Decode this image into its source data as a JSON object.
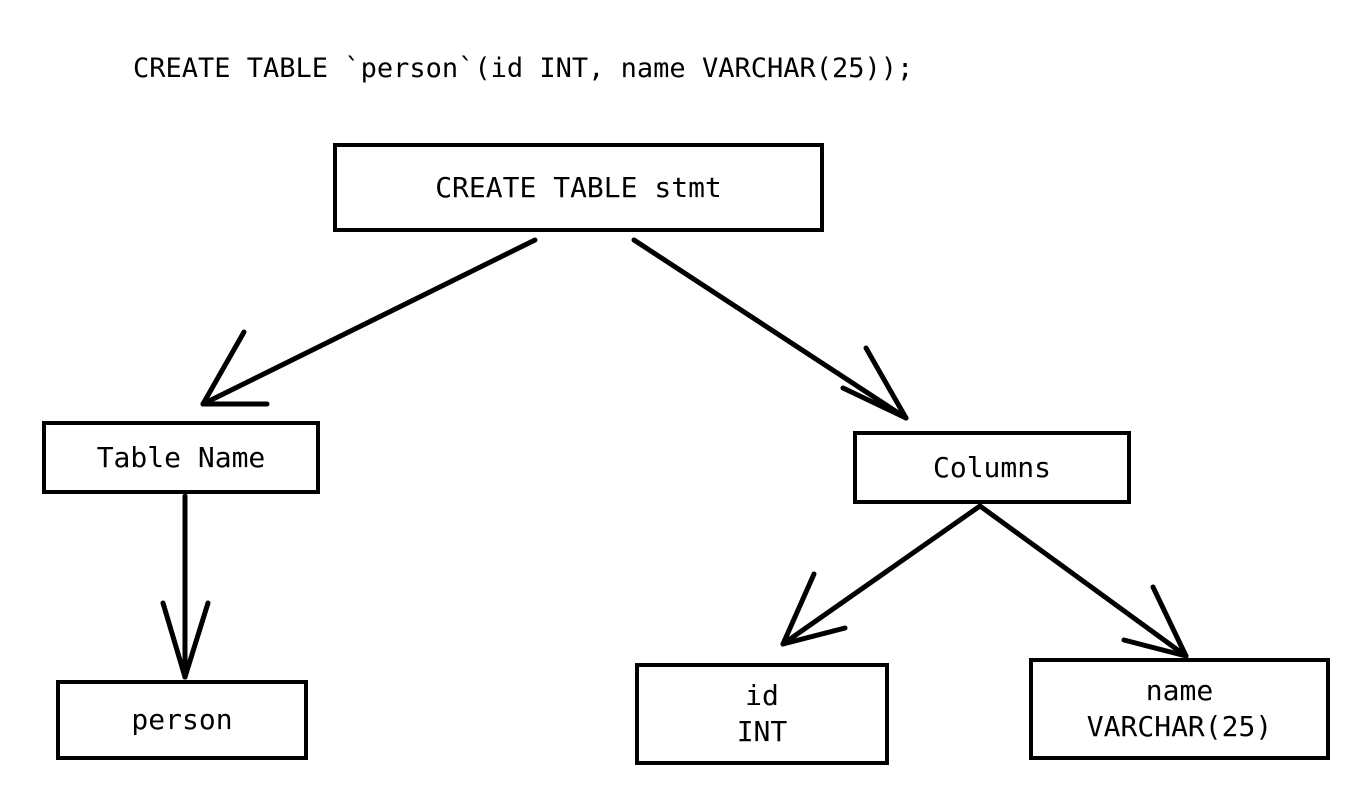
{
  "caption": {
    "sql": "CREATE TABLE `person`(id INT, name VARCHAR(25));"
  },
  "colors": {
    "background": "#ffffff",
    "stroke": "#000000",
    "text": "#000000"
  },
  "diagram": {
    "type": "tree",
    "title": "CREATE TABLE `person`(id INT, name VARCHAR(25));",
    "nodes": [
      {
        "id": "root",
        "label": "CREATE TABLE stmt",
        "lines": [
          "CREATE TABLE stmt"
        ]
      },
      {
        "id": "tablename",
        "label": "Table Name",
        "lines": [
          "Table Name"
        ]
      },
      {
        "id": "columns",
        "label": "Columns",
        "lines": [
          "Columns"
        ]
      },
      {
        "id": "person",
        "label": "person",
        "lines": [
          "person"
        ]
      },
      {
        "id": "id",
        "label": "id INT",
        "lines": [
          "id",
          "INT"
        ]
      },
      {
        "id": "name",
        "label": "name VARCHAR(25)",
        "lines": [
          "name",
          "VARCHAR(25)"
        ]
      }
    ],
    "edges": [
      {
        "from": "root",
        "to": "tablename",
        "style": "arrow"
      },
      {
        "from": "root",
        "to": "columns",
        "style": "arrow"
      },
      {
        "from": "tablename",
        "to": "person",
        "style": "arrow"
      },
      {
        "from": "columns",
        "to": "id",
        "style": "arrow"
      },
      {
        "from": "columns",
        "to": "name",
        "style": "arrow"
      }
    ]
  },
  "nodes": {
    "root": {
      "line1": "CREATE TABLE stmt"
    },
    "tablename": {
      "line1": "Table Name"
    },
    "columns": {
      "line1": "Columns"
    },
    "person": {
      "line1": "person"
    },
    "id": {
      "line1": "id",
      "line2": "INT"
    },
    "name": {
      "line1": "name",
      "line2": "VARCHAR(25)"
    }
  }
}
